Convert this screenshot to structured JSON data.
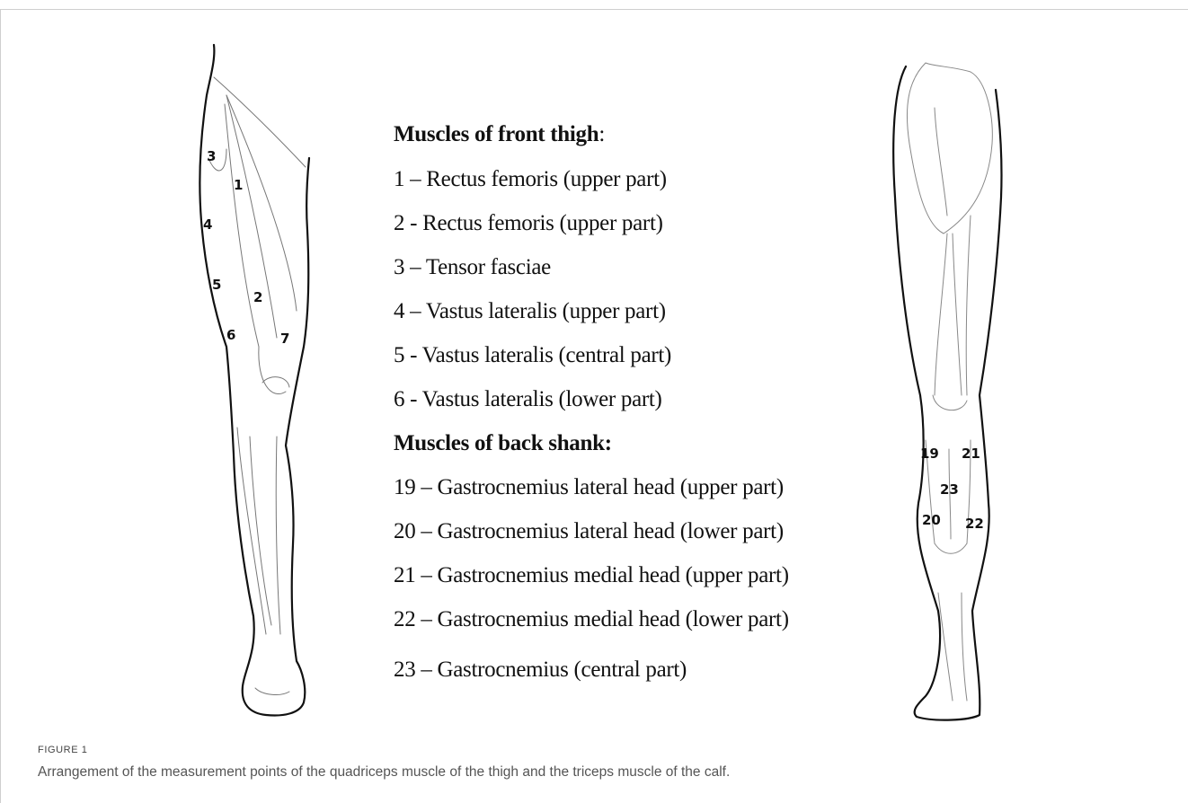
{
  "figure": {
    "label": "FIGURE 1",
    "caption": "Arrangement of the measurement points of the quadriceps muscle of the thigh and the triceps muscle of the calf."
  },
  "legend": {
    "front_heading": "Muscles of front thigh",
    "front_heading_suffix": ":",
    "front_items": [
      "1 – Rectus femoris (upper part)",
      "2 - Rectus femoris (upper part)",
      "3 – Tensor fasciae",
      "4 – Vastus lateralis (upper part)",
      "5 - Vastus lateralis (central part)",
      "6 - Vastus lateralis (lower part)"
    ],
    "back_heading": "Muscles of back shank:",
    "back_items": [
      "19 – Gastrocnemius lateral head (upper part)",
      "20 – Gastrocnemius lateral head (lower part)",
      "21 – Gastrocnemius medial head (upper part)",
      "22 – Gastrocnemius medial head (lower part)",
      "23 –  Gastrocnemius (central part)"
    ]
  },
  "front_leg_labels": [
    "1",
    "2",
    "3",
    "4",
    "5",
    "6",
    "7"
  ],
  "back_leg_labels": [
    "19",
    "20",
    "21",
    "22",
    "23"
  ]
}
